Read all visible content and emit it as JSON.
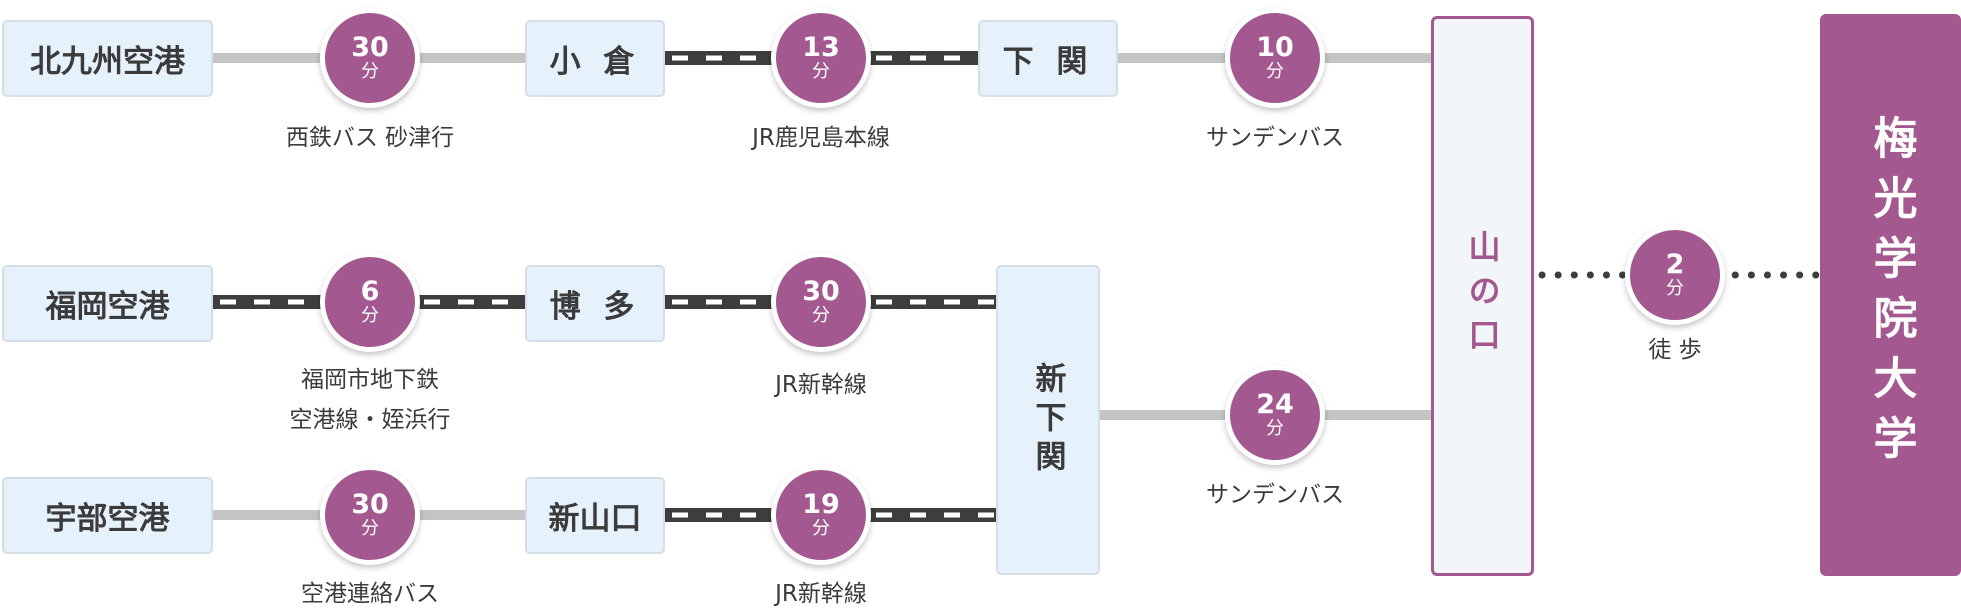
{
  "colors": {
    "accent": "#a3588f",
    "station_bg": "#e6f2fb",
    "bus_line": "#c4c4c4",
    "rail_line": "#3d3d3d"
  },
  "origins": {
    "kitakyushu_airport": "北九州空港",
    "fukuoka_airport": "福岡空港",
    "ube_airport": "宇部空港"
  },
  "stations": {
    "kokura": "小 倉",
    "shimonoseki": "下 関",
    "hakata": "博 多",
    "shinyamaguchi": "新山口",
    "shinshimonoseki": "新下関"
  },
  "hub": "山の口",
  "destination": "梅光学院大学",
  "segments": {
    "kitakyushu_kokura": {
      "minutes": "30",
      "unit": "分",
      "mode": "西鉄バス 砂津行"
    },
    "kokura_shimonoseki": {
      "minutes": "13",
      "unit": "分",
      "mode": "JR鹿児島本線"
    },
    "shimonoseki_hub": {
      "minutes": "10",
      "unit": "分",
      "mode": "サンデンバス"
    },
    "fukuoka_hakata": {
      "minutes": "6",
      "unit": "分",
      "mode": "福岡市地下鉄",
      "mode2": "空港線・姪浜行"
    },
    "hakata_shinshimonoseki": {
      "minutes": "30",
      "unit": "分",
      "mode": "JR新幹線"
    },
    "shinshimonoseki_hub": {
      "minutes": "24",
      "unit": "分",
      "mode": "サンデンバス"
    },
    "ube_shinyamaguchi": {
      "minutes": "30",
      "unit": "分",
      "mode": "空港連絡バス"
    },
    "shinyamaguchi_shinshimonoseki": {
      "minutes": "19",
      "unit": "分",
      "mode": "JR新幹線"
    },
    "hub_destination": {
      "minutes": "2",
      "unit": "分",
      "mode": "徒 歩"
    }
  }
}
